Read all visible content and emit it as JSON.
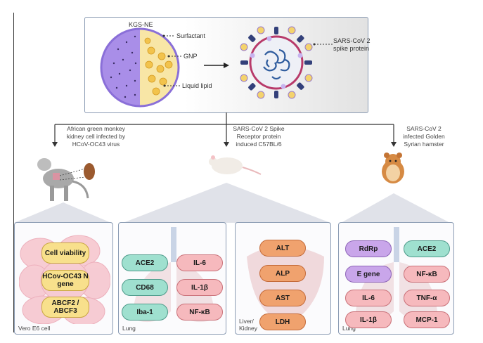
{
  "top": {
    "nanoparticle_title": "KGS-NE",
    "label_surfactant": "Surfactant",
    "label_gnp": "GNP",
    "label_liquid_lipid": "Liquid lipid",
    "label_virus": "SARS-CoV 2 spike protein"
  },
  "models": {
    "monkey": "African green monkey kidney cell infected by HCoV-OC43 virus",
    "mouse": "SARS-CoV 2 Spike Receptor protein induced C57BL/6",
    "hamster": "SARS-CoV 2 infected Golden Syrian hamster"
  },
  "panels": {
    "vero": {
      "caption": "Vero E6 cell",
      "items": [
        "Cell viability",
        "HCov-OC43 N gene",
        "ABCF2 / ABCF3"
      ]
    },
    "mouse_lung": {
      "caption": "Lung",
      "left": [
        "ACE2",
        "CD68",
        "Iba-1"
      ],
      "right": [
        "IL-6",
        "IL-1β",
        "NF-κB"
      ]
    },
    "liver": {
      "caption": "Liver/ Kidney",
      "items": [
        "ALT",
        "ALP",
        "AST",
        "LDH"
      ]
    },
    "hamster_lung": {
      "caption": "Lung",
      "left": [
        "RdRp",
        "E gene",
        "IL-6",
        "IL-1β"
      ],
      "right": [
        "ACE2",
        "NF-κB",
        "TNF-α",
        "MCP-1"
      ]
    }
  },
  "colors": {
    "green": "#9fe0cf",
    "pink": "#f6b9bd",
    "orange": "#f0a26e",
    "purple": "#c9a6ea",
    "yellow": "#f8e08c",
    "nanoparticle": "#a98ee8",
    "panel_border": "#8a9bb3"
  }
}
